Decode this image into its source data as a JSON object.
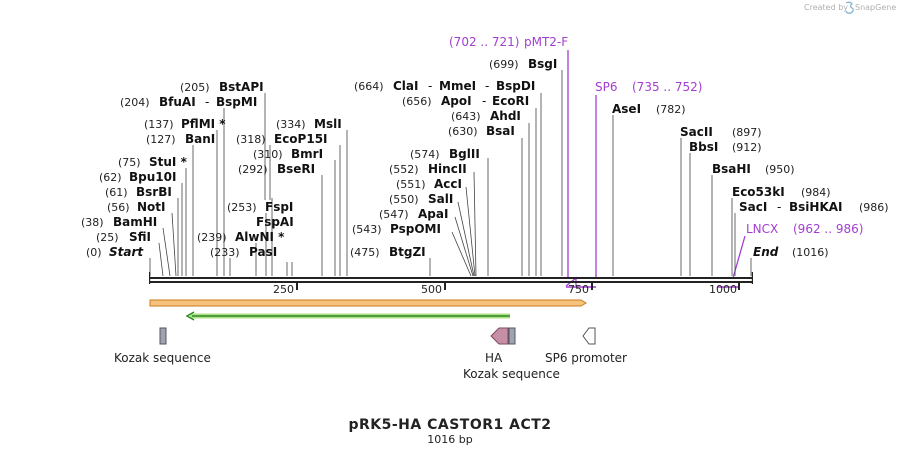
{
  "credit": {
    "text": "Created by",
    "brand": "SnapGene"
  },
  "title": "pRK5-HA CASTOR1 ACT2",
  "subtitle": "1016 bp",
  "scale_ticks": [
    "250",
    "500",
    "750",
    "1000"
  ],
  "sites": [
    {
      "pos": "(0)",
      "name": "Start",
      "italic": true
    },
    {
      "pos": "(25)",
      "name": "SfiI",
      "italic": true
    },
    {
      "pos": "(38)",
      "name": "BamHI"
    },
    {
      "pos": "(56)",
      "name": "NotI"
    },
    {
      "pos": "(61)",
      "name": "BsrBI"
    },
    {
      "pos": "(62)",
      "name": "Bpu10I"
    },
    {
      "pos": "(75)",
      "name": "StuI *"
    },
    {
      "pos": "(127)",
      "name": "BanI"
    },
    {
      "pos": "(137)",
      "name": "PflMI *"
    },
    {
      "pos": "(204)",
      "name": "BfuAI",
      "sep": "-",
      "name2": "BspMI"
    },
    {
      "pos": "(205)",
      "name": "BstAPI"
    },
    {
      "pos": "(233)",
      "name": "PasI"
    },
    {
      "pos": "(239)",
      "name": "AlwNI *"
    },
    {
      "pos": "(253)",
      "name": "FspAI"
    },
    {
      "pos": "(253)",
      "name": "FspI"
    },
    {
      "pos": "(292)",
      "name": "BseRI"
    },
    {
      "pos": "(310)",
      "name": "BmrI"
    },
    {
      "pos": "(318)",
      "name": "EcoP15I"
    },
    {
      "pos": "(334)",
      "name": "MslI"
    },
    {
      "pos": "(475)",
      "name": "BtgZI"
    },
    {
      "pos": "(543)",
      "name": "PspOMI"
    },
    {
      "pos": "(547)",
      "name": "ApaI"
    },
    {
      "pos": "(550)",
      "name": "SalI"
    },
    {
      "pos": "(551)",
      "name": "AccI"
    },
    {
      "pos": "(552)",
      "name": "HincII"
    },
    {
      "pos": "(574)",
      "name": "BglII"
    },
    {
      "pos": "(630)",
      "name": "BsaI"
    },
    {
      "pos": "(643)",
      "name": "AhdI"
    },
    {
      "pos": "(656)",
      "name": "ApoI",
      "sep": "-",
      "name2": "EcoRI"
    },
    {
      "pos": "(664)",
      "name": "ClaI",
      "sep": "-",
      "name2": "MmeI",
      "sep2": "-",
      "name3": "BspDI"
    },
    {
      "pos": "(699)",
      "name": "BsgI"
    },
    {
      "pos": "(782)",
      "name": "AseI"
    },
    {
      "pos": "(897)",
      "name": "SacII"
    },
    {
      "pos": "(912)",
      "name": "BbsI"
    },
    {
      "pos": "(950)",
      "name": "BsaHI"
    },
    {
      "pos": "(984)",
      "name": "Eco53kI"
    },
    {
      "pos": "(986)",
      "name": "SacI",
      "sep": "-",
      "name2": "BsiHKAI"
    },
    {
      "pos": "(1016)",
      "name": "End",
      "italic": true
    }
  ],
  "primers": [
    {
      "name": "pMT2-F",
      "range": "(702 .. 721)"
    },
    {
      "name": "SP6",
      "range": "(735 .. 752)"
    },
    {
      "name": "LNCX",
      "range": "(962 .. 986)"
    }
  ],
  "features": [
    {
      "name": "Kozak sequence",
      "type": "regulatory"
    },
    {
      "name": "HA",
      "type": "tag"
    },
    {
      "name": "Kozak sequence",
      "type": "regulatory"
    },
    {
      "name": "SP6 promoter",
      "type": "promoter"
    }
  ],
  "colors": {
    "primer": "#a33ed1",
    "orf_fill": "#f6c37c",
    "orf_border": "#c97a1e",
    "cds_fill": "#aee08a",
    "cds_line": "#2a8a1e",
    "ha_fill": "#c78fa6",
    "kozak_fill": "#9ea3b0"
  }
}
